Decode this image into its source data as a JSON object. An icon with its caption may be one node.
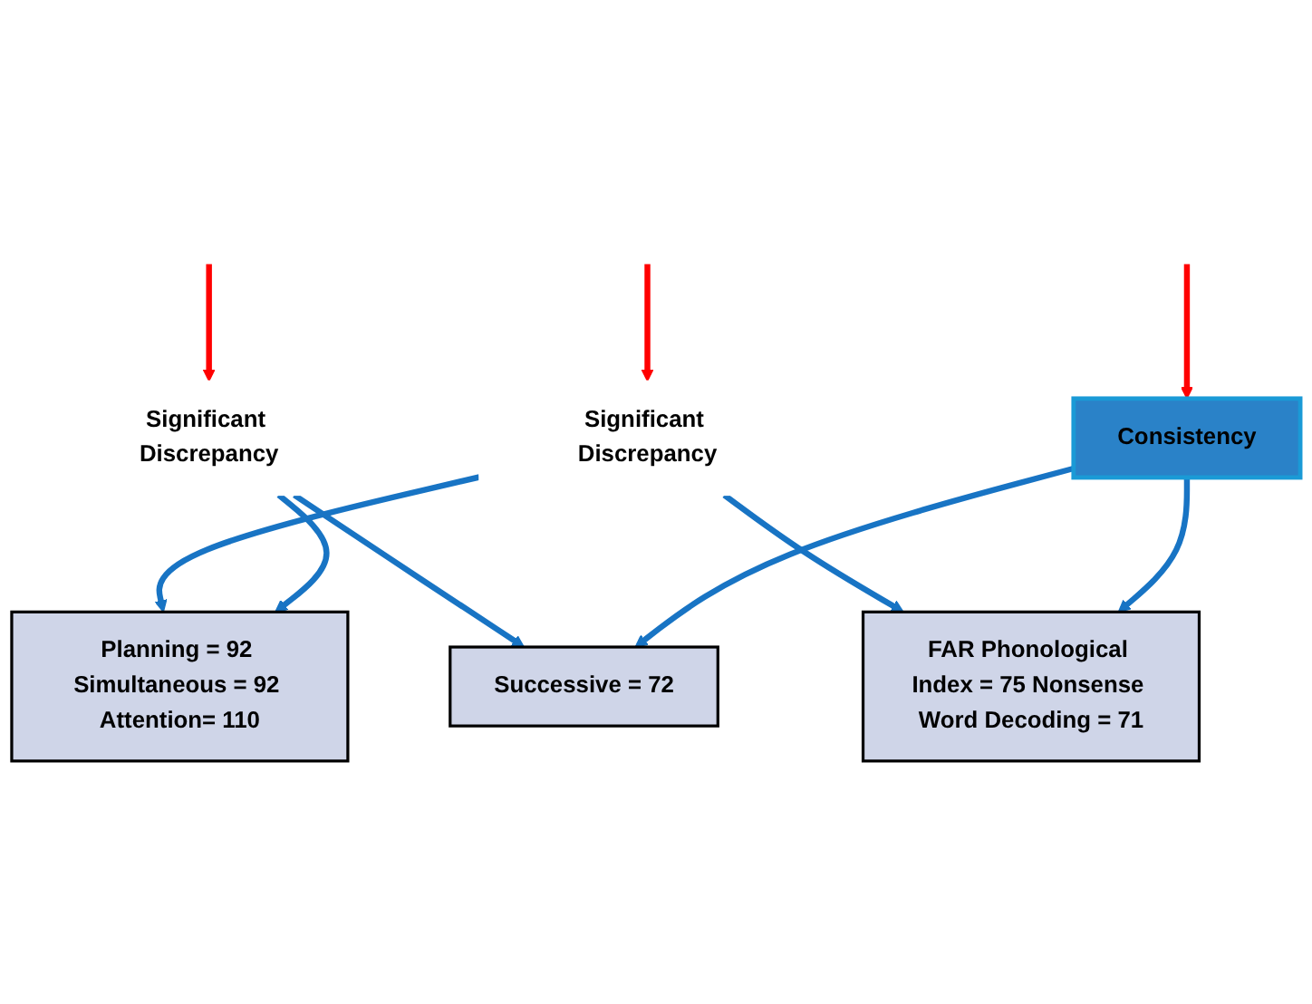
{
  "diagram": {
    "nodes": [
      {
        "text": [
          "Planning = 92 Simultaneous = 92 Attention= 110"
        ]
      },
      {
        "text": [
          "FAR Phonological Index = 75 Nonsense Word Decoding = 71"
        ]
      },
      {
        "text": [
          "Successive = 72"
        ]
      },
      {
        "text": [
          "Significant Discrepancy"
        ]
      },
      {
        "text": [
          "Significant Discrepancy"
        ]
      },
      {
        "text": [
          "Consistency"
        ]
      }
    ],
    "edges": [
      {
        "from": 3,
        "to": 0,
        "arrow": "to"
      },
      {
        "from": 3,
        "to": 1,
        "arrow": "to"
      },
      {
        "from": 4,
        "to": 0,
        "arrow": "to"
      },
      {
        "from": 4,
        "to": 2,
        "arrow": "to"
      },
      {
        "from": 5,
        "to": 1,
        "arrow": "to"
      },
      {
        "from": 5,
        "to": 2,
        "arrow": "to"
      },
      {
        "from": null,
        "to": 4,
        "arrow": "to",
        "color": "#ff0000"
      },
      {
        "from": null,
        "to": 3,
        "arrow": "to",
        "color": "#ff0000"
      },
      {
        "from": null,
        "to": 5,
        "arrow": "to",
        "color": "#ff0000"
      }
    ]
  }
}
